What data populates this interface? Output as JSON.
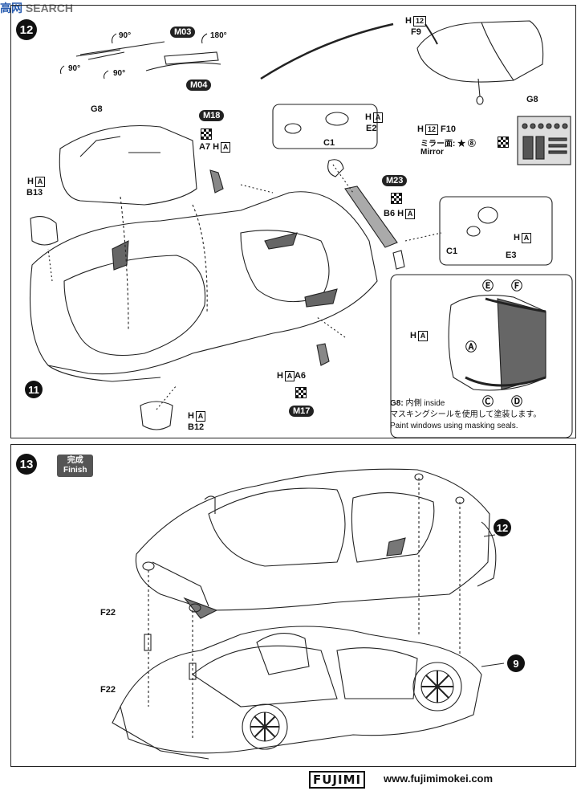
{
  "watermark": {
    "brand": "高",
    "brand2": "网",
    "suffix": "SEARCH"
  },
  "step12": {
    "number": "12",
    "parts": {
      "m03": "M03",
      "m04": "M04",
      "m18": "M18",
      "m23": "M23",
      "m17": "M17",
      "g8_top": "G8",
      "g8_right": "G8",
      "h12_top": "H",
      "h12_box": "12",
      "f9": "F9",
      "h12_b": "H",
      "h12_box2": "12",
      "f10": "F10",
      "mirror_jp": "ミラー面:",
      "mirror_en": "Mirror",
      "paint_num": "⑧",
      "b13_h": "H",
      "b13": "B13",
      "a7": "A7",
      "a7_h": "H",
      "c1_top": "C1",
      "e2_h": "H",
      "e2": "E2",
      "b6": "B6",
      "b6_h": "H",
      "c1_right": "C1",
      "e3_h": "H",
      "e3": "E3",
      "a6_h": "H",
      "a6": "A6",
      "b12_h": "H",
      "b12": "B12",
      "box_letter": "A",
      "angle_90a": "90°",
      "angle_90b": "90°",
      "angle_90c": "90°",
      "angle_180": "180°"
    },
    "inset": {
      "e": "Ⓔ",
      "f": "Ⓕ",
      "a": "Ⓐ",
      "c": "Ⓒ",
      "d": "Ⓓ",
      "ha_label": "H",
      "g8_note": "G8:",
      "g8_note_jp": "内側 inside",
      "note_jp": "マスキングシールを使用して塗装します。",
      "note_en": "Paint windows using masking seals."
    },
    "ref11": "11"
  },
  "step13": {
    "number": "13",
    "finish_jp": "完成",
    "finish_en": "Finish",
    "f22_top": "F22",
    "f22_bottom": "F22",
    "ref12": "12",
    "ref9": "9"
  },
  "footer": {
    "logo": "FUJIMI",
    "url": "www.fujimimokei.com"
  }
}
